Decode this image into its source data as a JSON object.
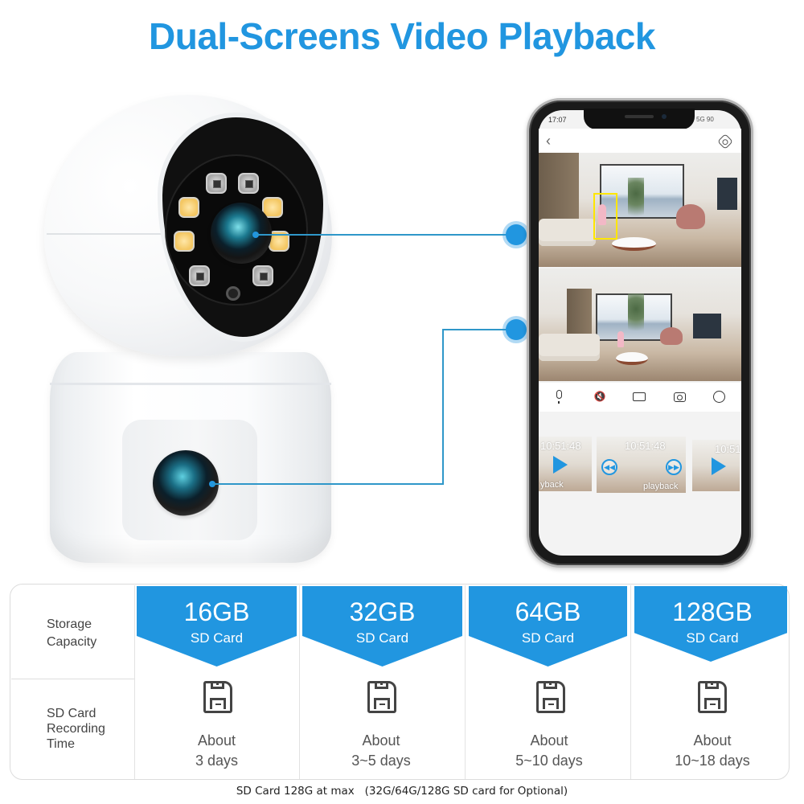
{
  "title": "Dual-Screens Video Playback",
  "colors": {
    "accent": "#2196e0",
    "connector": "#2f97c9",
    "text": "#444444"
  },
  "phone": {
    "status_time": "17:07",
    "status_right": "5G 90",
    "header": {
      "back_icon": "chevron-left-icon",
      "settings_icon": "gear-icon"
    },
    "feeds": [
      {
        "name": "upper-camera-feed",
        "detection_box": true
      },
      {
        "name": "lower-camera-feed",
        "detection_box": false
      }
    ],
    "controls": [
      {
        "name": "microphone",
        "icon": "microphone-icon"
      },
      {
        "name": "mute",
        "icon": "speaker-mute-icon",
        "glyph": "🔇"
      },
      {
        "name": "record",
        "icon": "video-camera-icon"
      },
      {
        "name": "snapshot",
        "icon": "camera-icon"
      },
      {
        "name": "more",
        "icon": "palette-icon"
      }
    ],
    "thumbnails": [
      {
        "time": "10:51:48",
        "label": "yback"
      },
      {
        "time": "10:51:48",
        "label": "playback"
      },
      {
        "time": "10:51",
        "label": ""
      }
    ]
  },
  "table": {
    "row_labels": {
      "capacity": "Storage\nCapacity",
      "capacity_lines": [
        "Storage",
        "Capacity"
      ],
      "recording_lines": [
        "SD Card",
        "Recording",
        "Time"
      ]
    },
    "columns": [
      {
        "size": "16GB",
        "sub": "SD Card",
        "about": "About",
        "days": "3 days"
      },
      {
        "size": "32GB",
        "sub": "SD Card",
        "about": "About",
        "days": "3~5 days"
      },
      {
        "size": "64GB",
        "sub": "SD Card",
        "about": "About",
        "days": "5~10 days"
      },
      {
        "size": "128GB",
        "sub": "SD Card",
        "about": "About",
        "days": "10~18 days"
      }
    ]
  },
  "footnote": "SD Card 128G at max   (32G/64G/128G SD card for Optional)"
}
